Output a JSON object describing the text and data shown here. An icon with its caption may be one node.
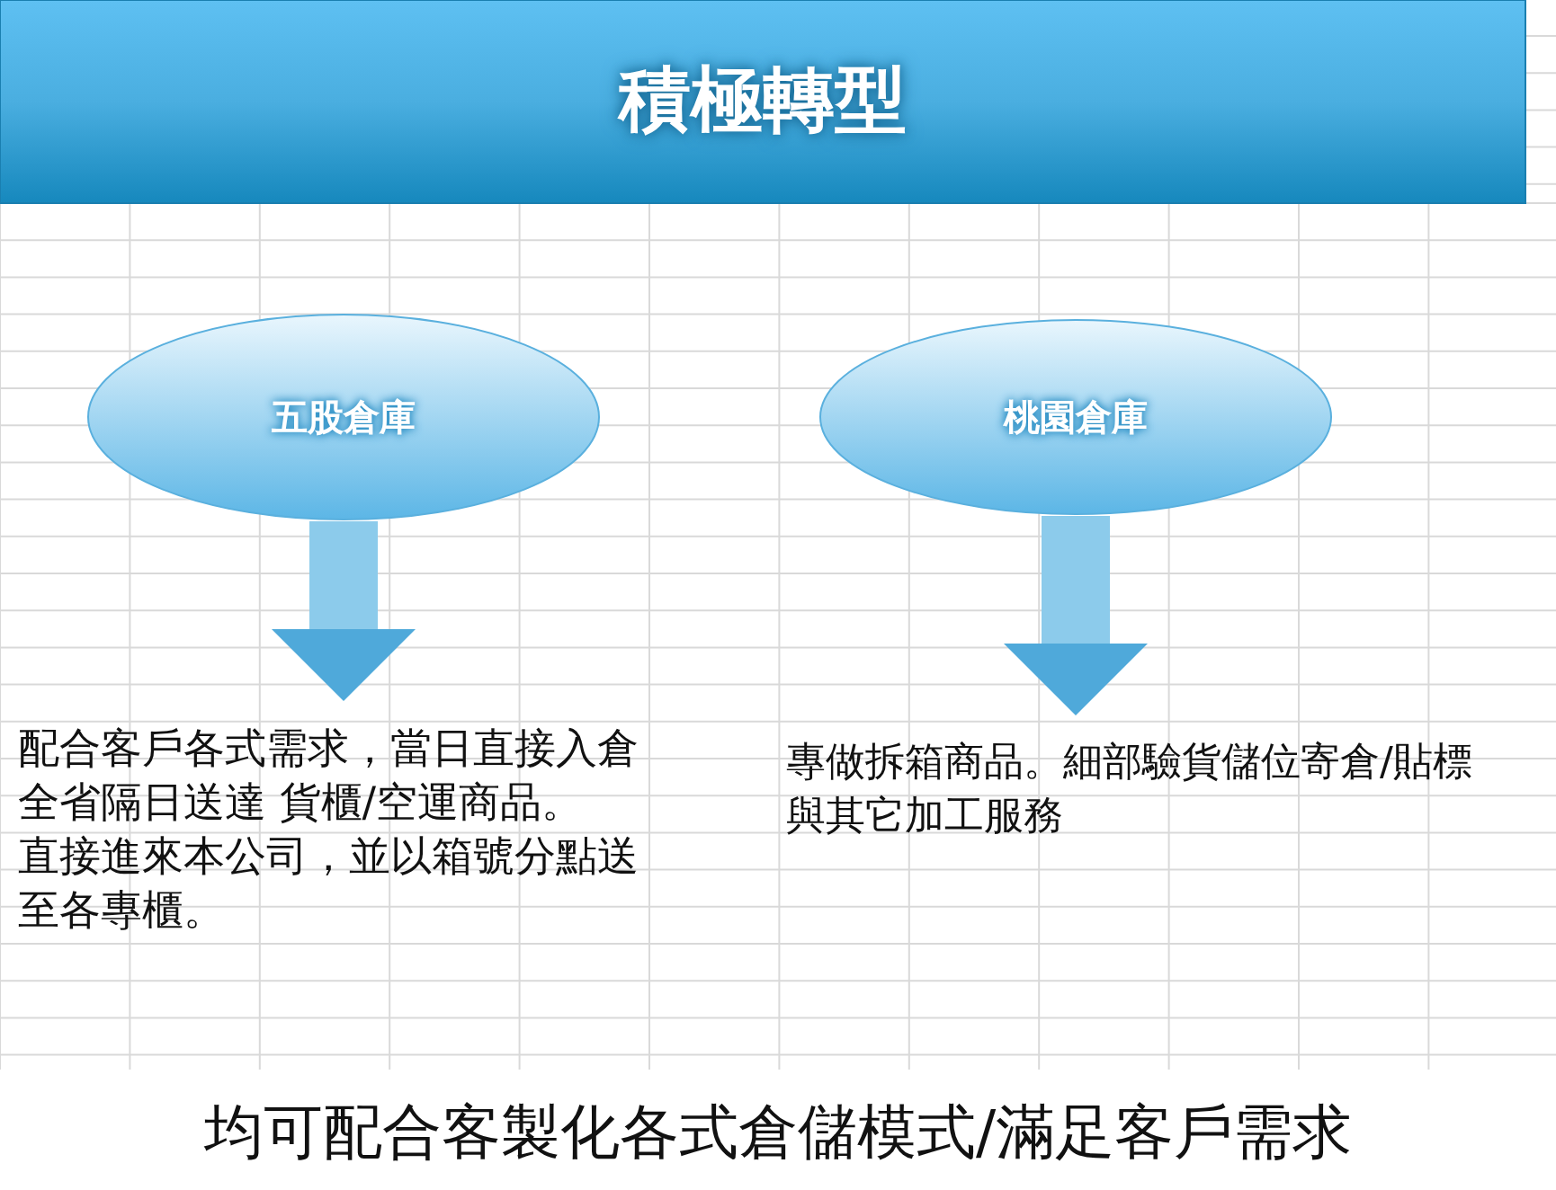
{
  "diagram": {
    "title": "積極轉型",
    "nodes": [
      {
        "text": [
          "五股倉庫"
        ]
      },
      {
        "text": [
          "桃園倉庫"
        ]
      },
      {
        "text": [
          "配合客戶各式需求，當日直接入倉全省隔日送達 貨櫃/空運商品。",
          "直接進來本公司，並以箱號分點送至各專櫃。"
        ]
      },
      {
        "text": [
          "專做拆箱商品。細部驗貨儲位寄倉/貼標與其它加工服務"
        ]
      }
    ],
    "edges": [
      {
        "from": 0,
        "to": 2,
        "arrow": "to"
      },
      {
        "from": 1,
        "to": 3,
        "arrow": "to"
      }
    ],
    "labels": [
      "均可配合客製化各式倉儲模式/滿足客戶需求"
    ]
  }
}
